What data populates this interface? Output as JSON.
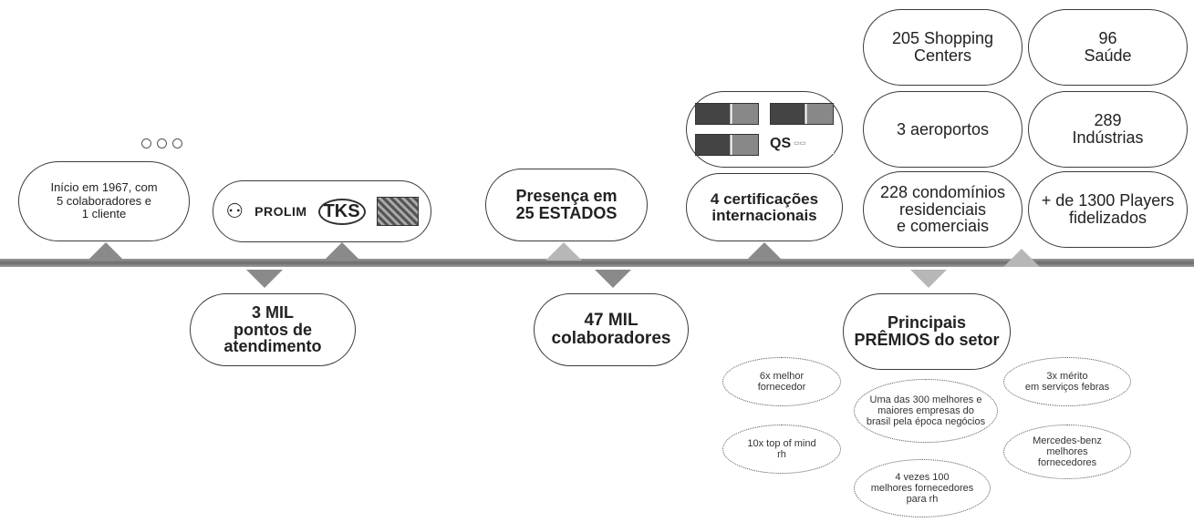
{
  "timeline": {
    "start": {
      "line1": "Início em 1967, com",
      "line2": "5 colaboradores e",
      "line3": "1 cliente"
    },
    "partners": {
      "prolim": "PROLIM",
      "tks": "TKS"
    },
    "presence": {
      "line1": "Presença em",
      "line2": "25 ESTADOS"
    },
    "certifications": {
      "line1": "4 certificações",
      "line2": "internacionais",
      "qs_label": "QS"
    },
    "points": {
      "line1": "3 MIL",
      "line2": "pontos de",
      "line3": "atendimento"
    },
    "employees": {
      "line1": "47 MIL",
      "line2": "colaboradores"
    }
  },
  "clients": {
    "shopping": {
      "line1": "205 Shopping",
      "line2": "Centers"
    },
    "health": {
      "line1": "96",
      "line2": "Saúde"
    },
    "airports": {
      "line1": "3 aeroportos"
    },
    "industries": {
      "line1": "289",
      "line2": "Indústrias"
    },
    "condos": {
      "line1": "228 condomínios",
      "line2": "residenciais",
      "line3": "e comerciais"
    },
    "players": {
      "line1": "+ de 1300 Players",
      "line2": "fidelizados"
    }
  },
  "awards": {
    "title_line1": "Principais",
    "title_line2": "PRÊMIOS do setor",
    "items": [
      {
        "line1": "6x melhor",
        "line2": "fornecedor"
      },
      {
        "line1": "3x mérito",
        "line2": "em serviços febras"
      },
      {
        "line1": "Uma das 300 melhores e",
        "line2": "maiores empresas do",
        "line3": "brasil pela época negócios"
      },
      {
        "line1": "10x top of mind",
        "line2": "rh"
      },
      {
        "line1": "Mercedes-benz",
        "line2": "melhores",
        "line3": "fornecedores"
      },
      {
        "line1": "4 vezes 100",
        "line2": "melhores fornecedores",
        "line3": "para rh"
      }
    ]
  }
}
